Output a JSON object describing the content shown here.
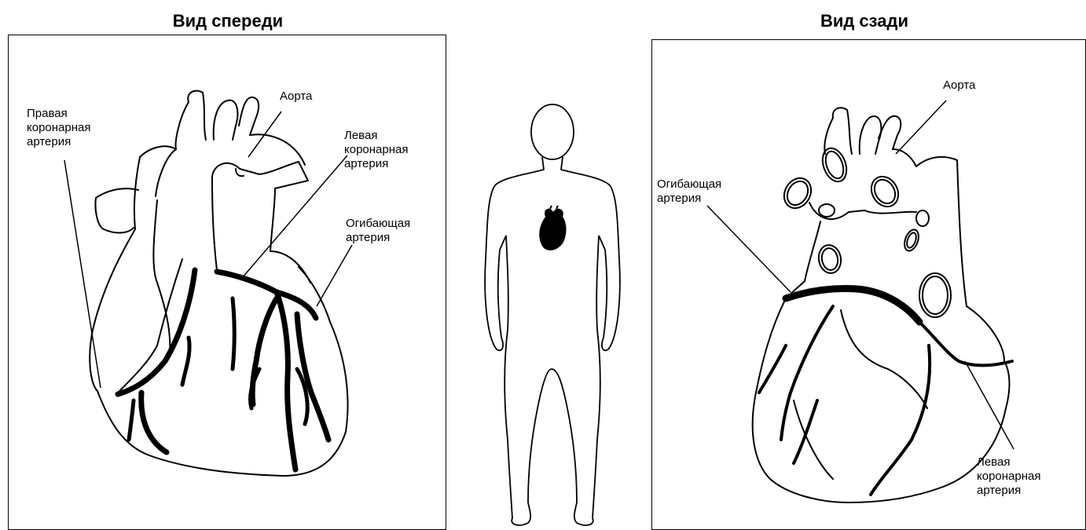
{
  "front": {
    "title": "Вид спереди",
    "labels": {
      "right_coronary": [
        "Правая",
        "коронарная",
        "артерия"
      ],
      "aorta": "Аорта",
      "left_coronary": [
        "Левая",
        "коронарная",
        "артерия"
      ],
      "circumflex": [
        "Огибающая",
        "артерия"
      ]
    }
  },
  "back": {
    "title": "Вид сзади",
    "labels": {
      "aorta": "Аорта",
      "circumflex": [
        "Огибающая",
        "артерия"
      ],
      "left_coronary": [
        "Левая",
        "коронарная",
        "артерия"
      ]
    }
  },
  "colors": {
    "line": "#000000",
    "background": "#ffffff"
  },
  "icons": {
    "front_heart": "heart-front-illustration",
    "back_heart": "heart-back-illustration",
    "body": "human-body-outline"
  }
}
